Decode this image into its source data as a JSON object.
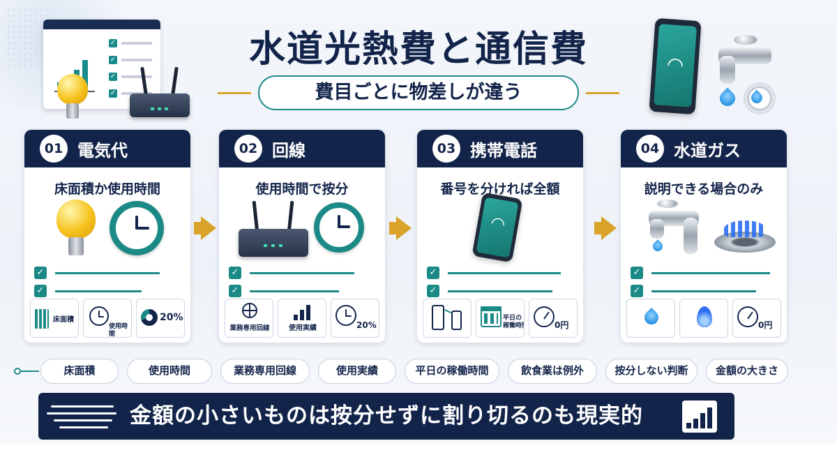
{
  "title": "水道光熱費と通信費",
  "subtitle": "費目ごとに物差しが違う",
  "cards": [
    {
      "num": "01",
      "title": "電気代",
      "subtitle": "床面積か使用時間",
      "tiles": [
        {
          "icon": "building-icon",
          "label": "床面積"
        },
        {
          "icon": "clock-icon",
          "label": "使用時間"
        },
        {
          "icon": "pie-chart-icon",
          "label": "20%"
        }
      ]
    },
    {
      "num": "02",
      "title": "回線",
      "subtitle": "使用時間で按分",
      "tiles": [
        {
          "icon": "globe-icon",
          "label": "業務専用回線"
        },
        {
          "icon": "bar-chart-icon",
          "label": "使用実績"
        },
        {
          "icon": "clock-icon",
          "label": "20%"
        }
      ]
    },
    {
      "num": "03",
      "title": "携帯電話",
      "subtitle": "番号を分ければ全額",
      "tiles": [
        {
          "icon": "two-phones-icon",
          "label": ""
        },
        {
          "icon": "calendar-icon",
          "label": "平日の\n稼働時間"
        },
        {
          "icon": "gauge-icon",
          "label": "0円"
        }
      ]
    },
    {
      "num": "04",
      "title": "水道ガス",
      "subtitle": "説明できる場合のみ",
      "tiles": [
        {
          "icon": "water-drop-icon",
          "label": ""
        },
        {
          "icon": "gas-flame-icon",
          "label": ""
        },
        {
          "icon": "gauge-icon",
          "label": "0円"
        }
      ]
    }
  ],
  "tags": [
    "床面積",
    "使用時間",
    "業務専用回線",
    "使用実績",
    "平日の稼働時間",
    "飲食業は例外",
    "按分しない判断",
    "金額の大きさ"
  ],
  "banner": "金額の小さいものは按分せずに割り切るのも現実的",
  "colors": {
    "navy": "#13244a",
    "teal": "#1b8a86",
    "gold": "#d8a328"
  }
}
